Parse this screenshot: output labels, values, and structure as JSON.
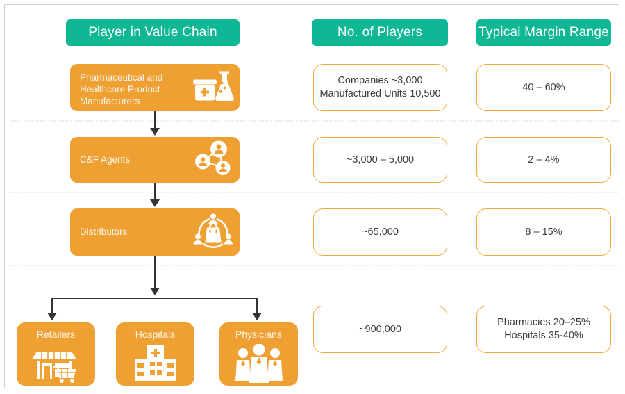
{
  "theme": {
    "header_pill_color": "#10b794",
    "stage_fill_color": "#efa033",
    "value_box_border_color": "#f0aa3e",
    "connector_color": "#343434",
    "separator_color": "#eceaea",
    "canvas_border_color": "#cfcfcf",
    "header_text_color": "#ffffff",
    "value_text_color": "#3c3c3c"
  },
  "headers": {
    "player": "Player in Value Chain",
    "count": "No. of Players",
    "margin": "Typical Margin Range"
  },
  "rows": [
    {
      "stage_label": "Pharmaceutical and\nHealthcare Product\nManufacturers",
      "stage_icon": "medicine-box-flask-icon",
      "count": "Companies ~3,000\nManufactured Units 10,500",
      "margin": "40 – 60%"
    },
    {
      "stage_label": "C&F Agents",
      "stage_icon": "people-network-icon",
      "count": "~3,000 – 5,000",
      "margin": "2 – 4%"
    },
    {
      "stage_label": "Distributors",
      "stage_icon": "distribution-bag-network-icon",
      "count": "~65,000",
      "margin": "8 – 15%"
    },
    {
      "stage_label": "",
      "stage_icon": "",
      "count": "~900,000",
      "margin": "Pharmacies 20–25%\nHospitals 35-40%"
    }
  ],
  "channels": [
    {
      "label": "Retailers",
      "icon": "storefront-cart-icon"
    },
    {
      "label": "Hospitals",
      "icon": "hospital-building-icon"
    },
    {
      "label": "Physicians",
      "icon": "physicians-group-icon"
    }
  ]
}
